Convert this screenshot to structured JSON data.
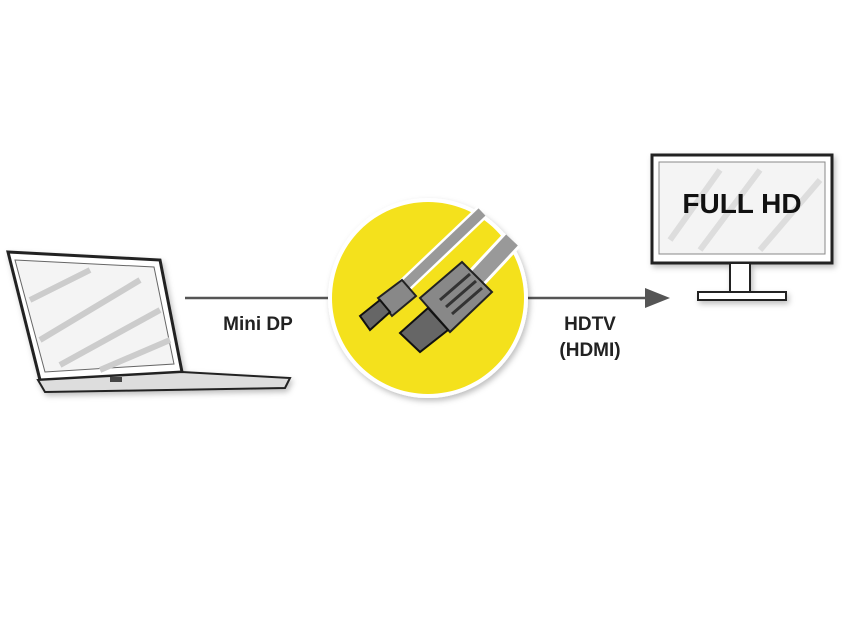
{
  "labels": {
    "source": "Mini DP",
    "target_line1": "HDTV",
    "target_line2": "(HDMI)",
    "screen_text": "FULL HD"
  },
  "colors": {
    "accent": "#f4e11c",
    "line": "#555555"
  }
}
